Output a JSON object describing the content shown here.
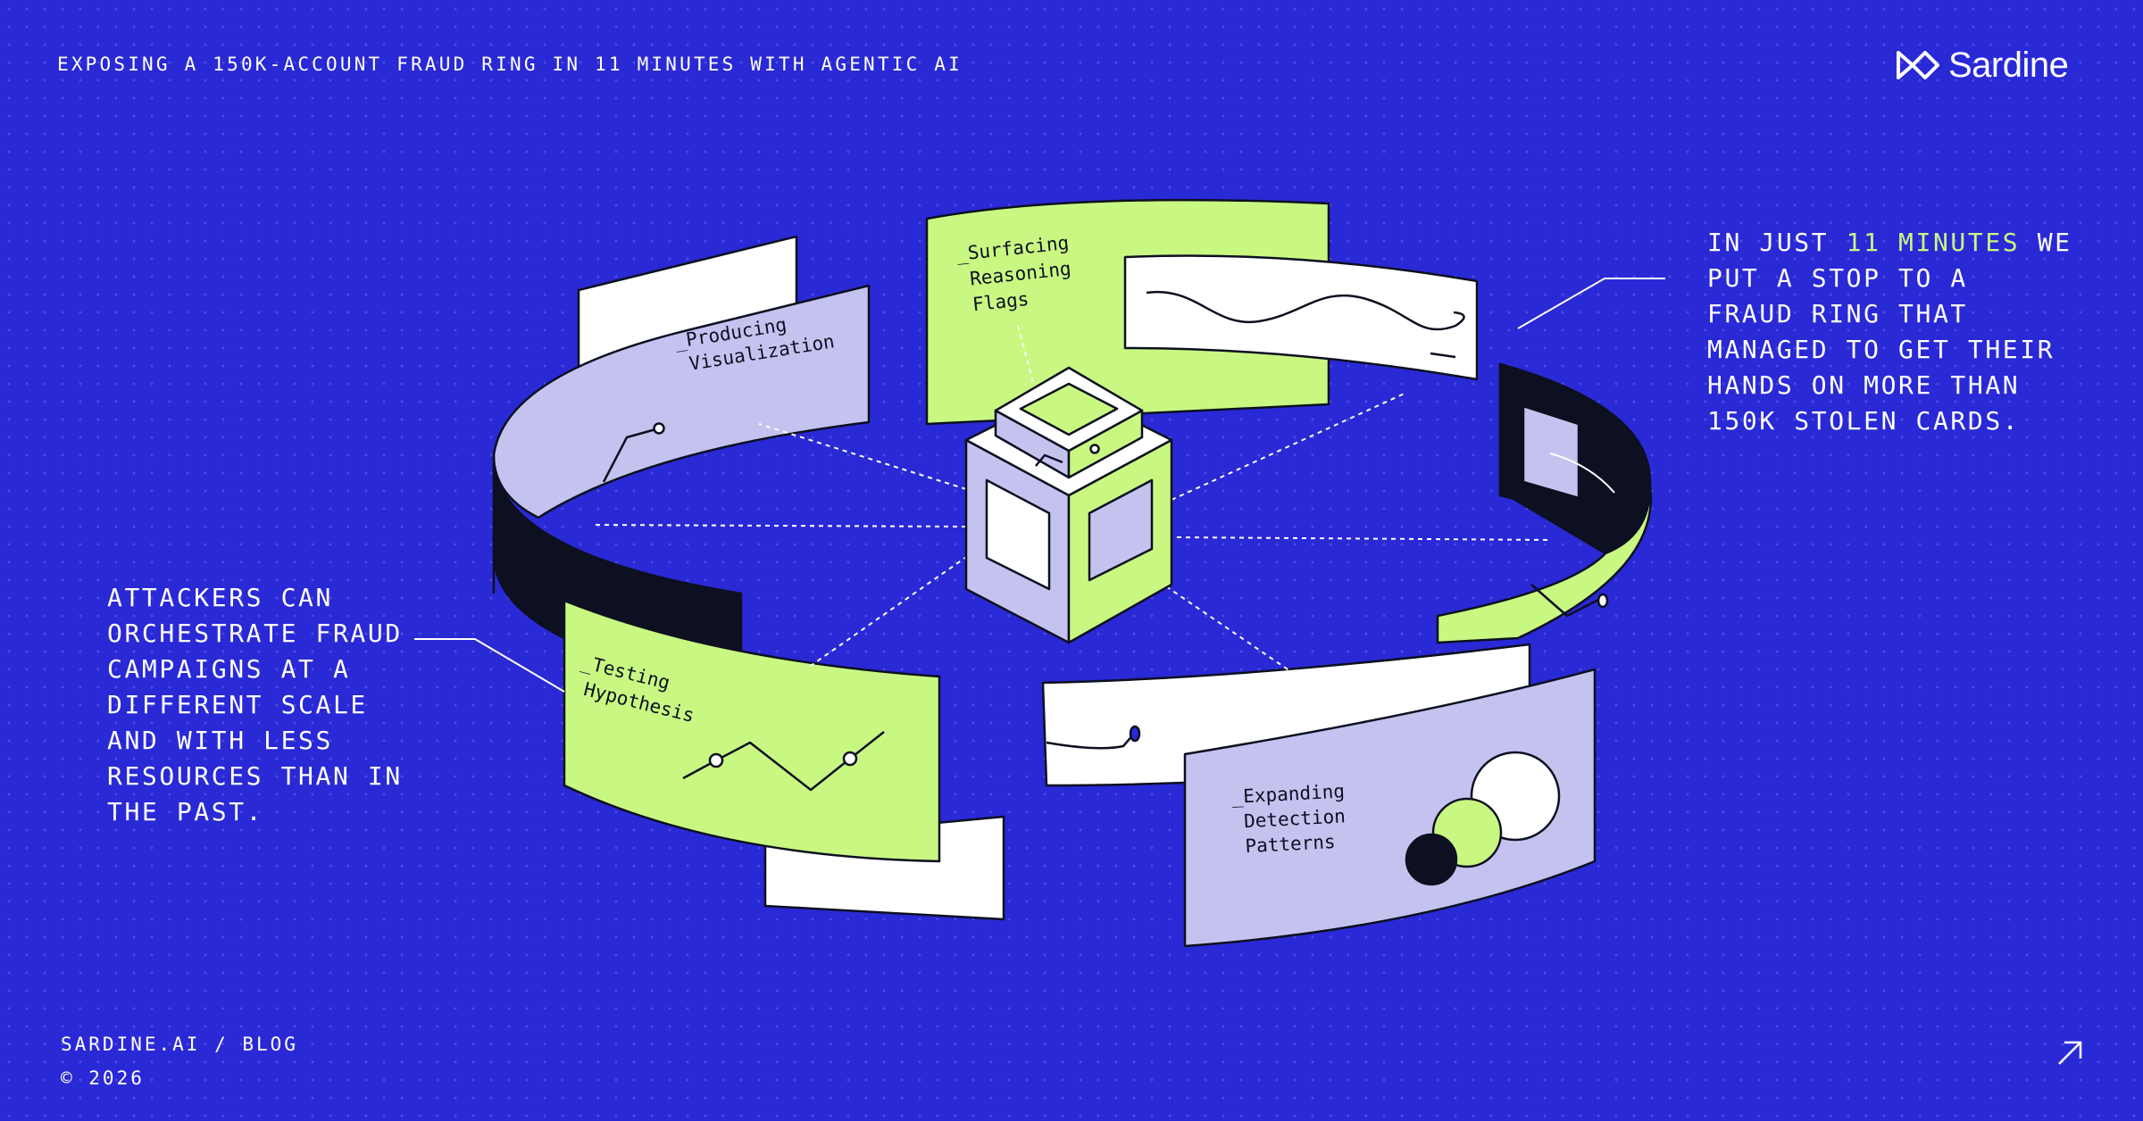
{
  "header": {
    "title": "EXPOSING A 150K-ACCOUNT FRAUD RING IN 11 MINUTES WITH AGENTIC AI",
    "brand": "Sardine"
  },
  "left_text": "ATTACKERS CAN\nORCHESTRATE FRAUD\nCAMPAIGNS AT A\nDIFFERENT SCALE\nAND WITH LESS\nRESOURCES THAN IN\nTHE PAST.",
  "right_text": {
    "before": "IN JUST ",
    "highlight": "11 MINUTES",
    "after": " WE\nPUT A STOP TO A\nFRAUD RING THAT\nMANAGED TO GET THEIR\nHANDS ON MORE THAN\n150K STOLEN CARDS."
  },
  "panels": {
    "surfacing": [
      "_Surfacing",
      "Reasoning",
      "Flags"
    ],
    "producing": [
      "_Producing",
      "Visualization"
    ],
    "testing": [
      "_Testing",
      "Hypothesis"
    ],
    "expanding": [
      "_Expanding",
      "Detection",
      "Patterns"
    ]
  },
  "footer": {
    "line1": "SARDINE.AI / BLOG",
    "line2": "© 2026"
  },
  "colors": {
    "background": "#2a29d6",
    "lime": "#c9f882",
    "lavender": "#c4c3f0",
    "dark": "#0c1020",
    "white": "#ffffff"
  },
  "icons": {
    "logo": "sardine-logo-icon",
    "link": "arrow-up-right-icon"
  }
}
